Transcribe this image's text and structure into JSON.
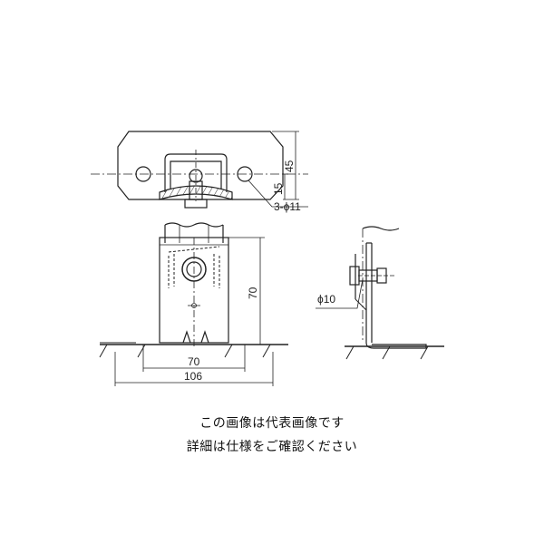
{
  "top_view": {
    "dim_height_total": "45",
    "dim_height_offset": "15",
    "hole_note": "3-ϕ11"
  },
  "front_view": {
    "dim_height": "70",
    "dim_width_inner": "70",
    "dim_width_outer": "106"
  },
  "side_view": {
    "bolt_note": "ϕ10"
  },
  "notes": {
    "line1": "この画像は代表画像です",
    "line2": "詳細は仕様をご確認ください"
  }
}
